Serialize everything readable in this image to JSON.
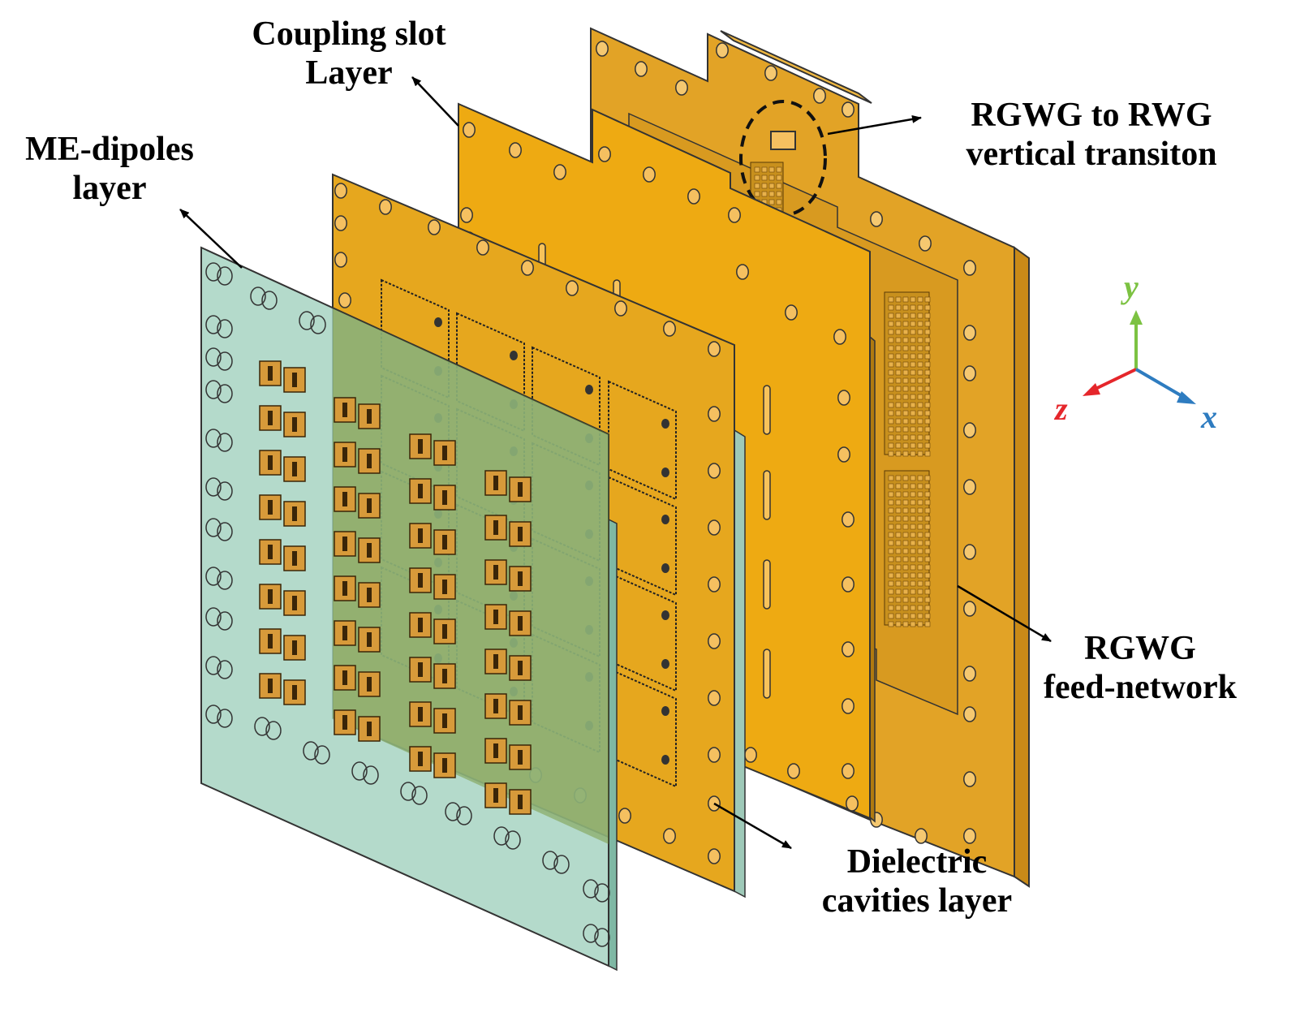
{
  "labels": {
    "coupling_slot": [
      "Coupling slot",
      "Layer"
    ],
    "me_dipoles": [
      "ME-dipoles",
      "layer"
    ],
    "transition": [
      "RGWG to RWG",
      "vertical transiton"
    ],
    "feed_network": [
      "RGWG",
      "feed-network"
    ],
    "dielectric": [
      "Dielectric",
      "cavities layer"
    ]
  },
  "axes": {
    "y": "y",
    "z": "z",
    "x": "x"
  },
  "colors": {
    "feed_plate": "#e2a326",
    "feed_edge": "#c9891a",
    "slot_plate": "#eeaa12",
    "slot_edge": "#c98a0e",
    "cavity_plate": "#e6a71e",
    "dipole_plate": "#a7d3c2",
    "dipole_edge": "#6f9e8d",
    "axis_y": "#7cc242",
    "axis_z": "#e5262b",
    "axis_x": "#2e7cc0"
  }
}
